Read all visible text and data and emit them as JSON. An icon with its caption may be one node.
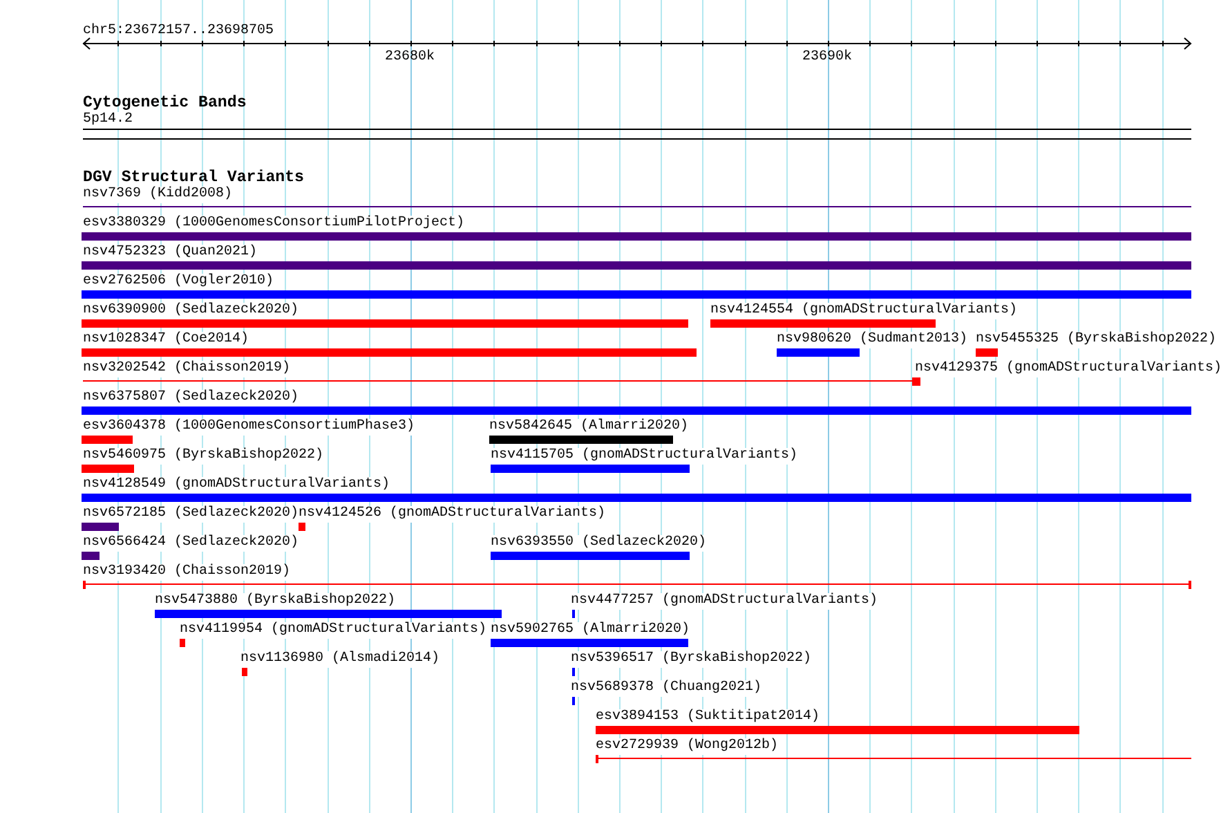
{
  "diagram": {
    "nodes": [
      {
        "text": [
          "5p14.2"
        ]
      },
      {
        "text": [
          "nsv7369 (Kidd2008)"
        ]
      },
      {
        "text": [
          "esv3380329 (1000GenomesConsortiumPilotProject)"
        ]
      },
      {
        "text": [
          "nsv4752323 (Quan2021)"
        ]
      },
      {
        "text": [
          "esv2762506 (Vogler2010)"
        ]
      },
      {
        "text": [
          "nsv6390900 (Sedlazeck2020)"
        ]
      },
      {
        "text": [
          "nsv4124554 (gnomADStructuralVariants)"
        ]
      },
      {
        "text": [
          "nsv1028347 (Coe2014)"
        ]
      },
      {
        "text": [
          "nsv980620 (Sudmant2013)"
        ]
      },
      {
        "text": [
          "nsv5455325 (ByrskaBishop2022)"
        ]
      },
      {
        "text": [
          "nsv3202542 (Chaisson2019)"
        ]
      },
      {
        "text": [
          "nsv4129375 (gnomADStructuralVariants)"
        ]
      },
      {
        "text": [
          "nsv6375807 (Sedlazeck2020)"
        ]
      },
      {
        "text": [
          "esv3604378 (1000GenomesConsortiumPhase3)"
        ]
      },
      {
        "text": [
          "nsv5842645 (Almarri2020)"
        ]
      },
      {
        "text": [
          "nsv5460975 (ByrskaBishop2022)"
        ]
      },
      {
        "text": [
          "nsv4115705 (gnomADStructuralVariants)"
        ]
      },
      {
        "text": [
          "nsv4128549 (gnomADStructuralVariants)"
        ]
      },
      {
        "text": [
          "nsv6572185 (Sedlazeck2020)"
        ]
      },
      {
        "text": [
          "nsv4124526 (gnomADStructuralVariants)"
        ]
      },
      {
        "text": [
          "nsv6566424 (Sedlazeck2020)"
        ]
      },
      {
        "text": [
          "nsv6393550 (Sedlazeck2020)"
        ]
      },
      {
        "text": [
          "nsv3193420 (Chaisson2019)"
        ]
      },
      {
        "text": [
          "nsv5473880 (ByrskaBishop2022)"
        ]
      },
      {
        "text": [
          "nsv4477257 (gnomADStructuralVariants)"
        ]
      },
      {
        "text": [
          "nsv4119954 (gnomADStructuralVariants)"
        ]
      },
      {
        "text": [
          "nsv5902765 (Almarri2020)"
        ]
      },
      {
        "text": [
          "nsv1136980 (Alsmadi2014)"
        ]
      },
      {
        "text": [
          "nsv5396517 (ByrskaBishop2022)"
        ]
      },
      {
        "text": [
          "nsv5689378 (Chuang2021)"
        ]
      },
      {
        "text": [
          "esv3894153 (Suktitipat2014)"
        ]
      },
      {
        "text": [
          "esv2729939 (Wong2012b)"
        ]
      }
    ],
    "labels": [
      "chr5:23672157..23698705",
      "23680k",
      "23690k",
      "Cytogenetic Bands",
      "DGV Structural Variants"
    ]
  }
}
